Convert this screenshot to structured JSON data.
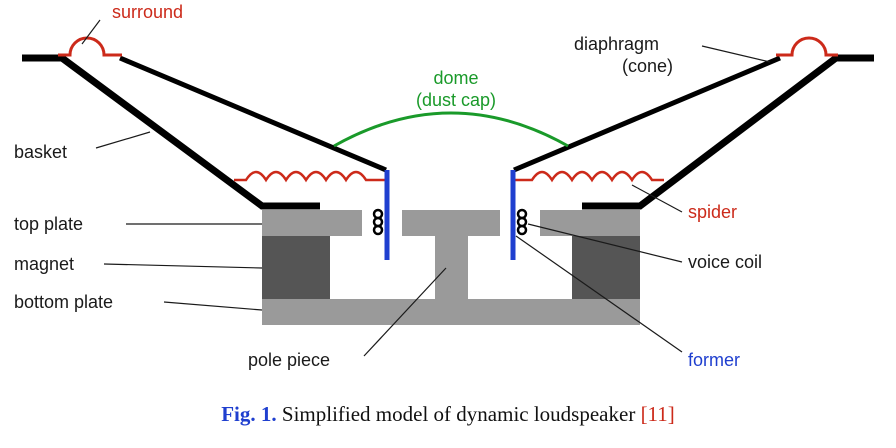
{
  "labels": {
    "surround": "surround",
    "diaphragm_1": "diaphragm",
    "diaphragm_2": "(cone)",
    "dome_1": "dome",
    "dome_2": "(dust cap)",
    "basket": "basket",
    "top_plate": "top plate",
    "magnet": "magnet",
    "bottom_plate": "bottom plate",
    "pole_piece": "pole piece",
    "spider": "spider",
    "voice_coil": "voice coil",
    "former": "former"
  },
  "caption": {
    "fig": "Fig. 1.",
    "text": " Simplified model of dynamic loudspeaker ",
    "ref": "[11]"
  },
  "colors": {
    "red": "#cc2a1a",
    "green": "#1a9a2a",
    "blue": "#1f3fcf",
    "plate_gray": "#9a9a9a",
    "magnet_gray": "#555555",
    "black": "#000000"
  }
}
